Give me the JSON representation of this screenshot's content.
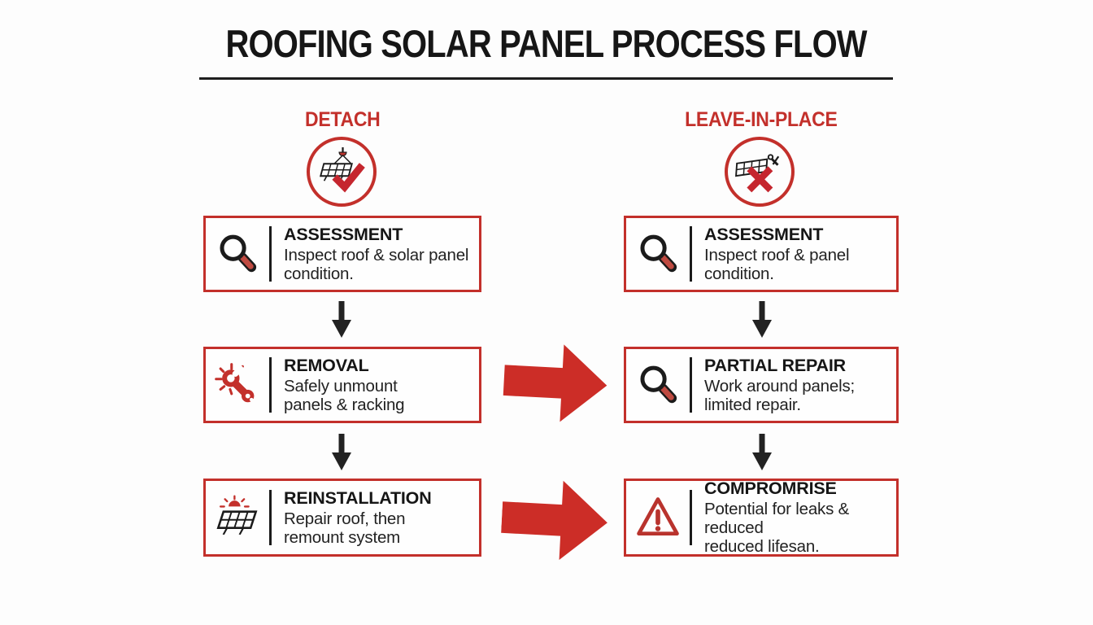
{
  "title": "ROOFING SOLAR PANEL PROCESS FLOW",
  "columns": [
    {
      "id": "detach",
      "header": "DETACH",
      "badge_icon": "crane-lifting-panel-check-icon",
      "steps": [
        {
          "icon": "magnifier-icon",
          "title": "ASSESSMENT",
          "desc": "Inspect roof & solar panel\ncondition."
        },
        {
          "icon": "wrench-burst-icon",
          "title": "REMOVAL",
          "desc": "Safely unmount\npanels & racking"
        },
        {
          "icon": "solar-panel-sun-icon",
          "title": "REINSTALLATION",
          "desc": "Repair roof, then\nremount system"
        }
      ]
    },
    {
      "id": "leave-in-place",
      "header": "LEAVE-IN-PLACE",
      "badge_icon": "panel-tools-x-icon",
      "steps": [
        {
          "icon": "magnifier-icon",
          "title": "ASSESSMENT",
          "desc": "Inspect roof & panel\ncondition."
        },
        {
          "icon": "magnifier-icon",
          "title": "PARTIAL REPAIR",
          "desc": "Work around panels;\nlimited repair."
        },
        {
          "icon": "warning-triangle-icon",
          "title": "COMPROMRISE",
          "desc": "Potential for leaks & reduced\nreduced lifesan."
        }
      ]
    }
  ],
  "colors": {
    "red": "#c3302b",
    "arrow-red": "#cc2d27",
    "ink": "#1b1b1b",
    "bg": "#fdfdfd"
  }
}
